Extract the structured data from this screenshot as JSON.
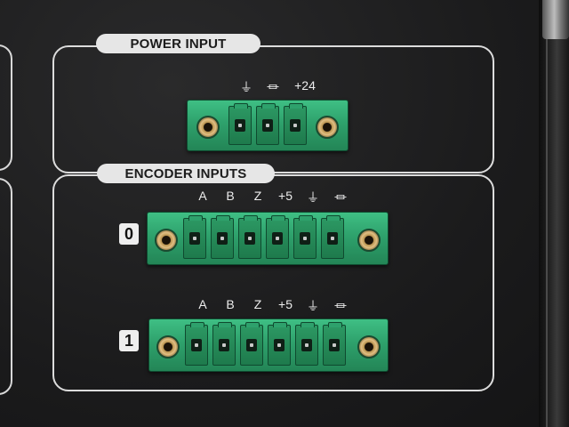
{
  "panel": {
    "power_section": {
      "title": "POWER INPUT",
      "pin_labels": [
        "⏚",
        "⏛",
        "+24"
      ]
    },
    "encoder_section": {
      "title": "ENCODER INPUTS",
      "pin_labels": [
        "A",
        "B",
        "Z",
        "+5",
        "⏚",
        "⏛"
      ],
      "channels": [
        {
          "index": "0"
        },
        {
          "index": "1"
        }
      ]
    }
  },
  "colors": {
    "panel_background": "#1e1e1f",
    "frame_line": "#dcdcdc",
    "tab_fill": "#e6e6e6",
    "connector_green": "#2ea16c",
    "screw_brass": "#b8924e"
  }
}
